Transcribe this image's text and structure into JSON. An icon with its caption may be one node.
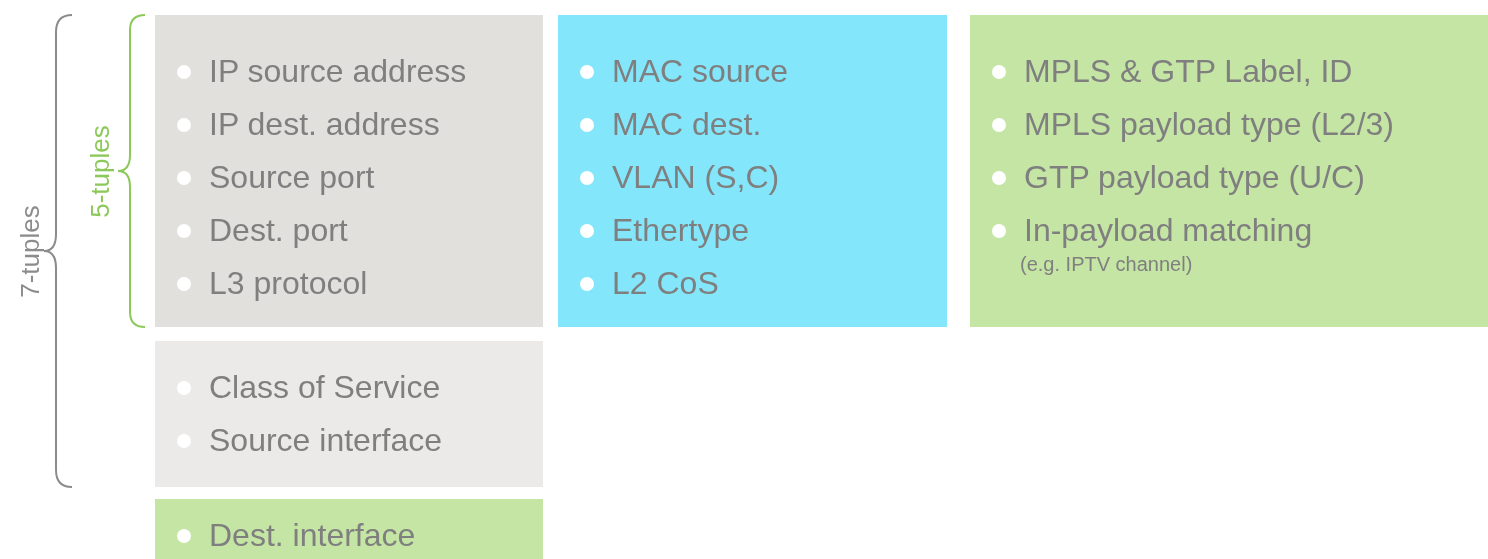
{
  "diagram": {
    "nodes": [
      {
        "text": [
          "IP source address",
          "IP dest. address",
          "Source port",
          "Dest. port",
          "L3 protocol"
        ]
      },
      {
        "text": [
          "MAC source",
          "MAC dest.",
          "VLAN (S,C)",
          "Ethertype",
          "L2 CoS"
        ]
      },
      {
        "text": [
          "MPLS & GTP Label, ID",
          "MPLS payload type (L2/3)",
          "GTP payload type (U/C)",
          "In-payload matching",
          "(e.g. IPTV channel)"
        ]
      },
      {
        "text": [
          "Class of Service",
          "Source interface"
        ]
      },
      {
        "text": [
          "Dest. interface"
        ]
      }
    ],
    "labels": [
      "7-tuples",
      "5-tuples"
    ]
  }
}
